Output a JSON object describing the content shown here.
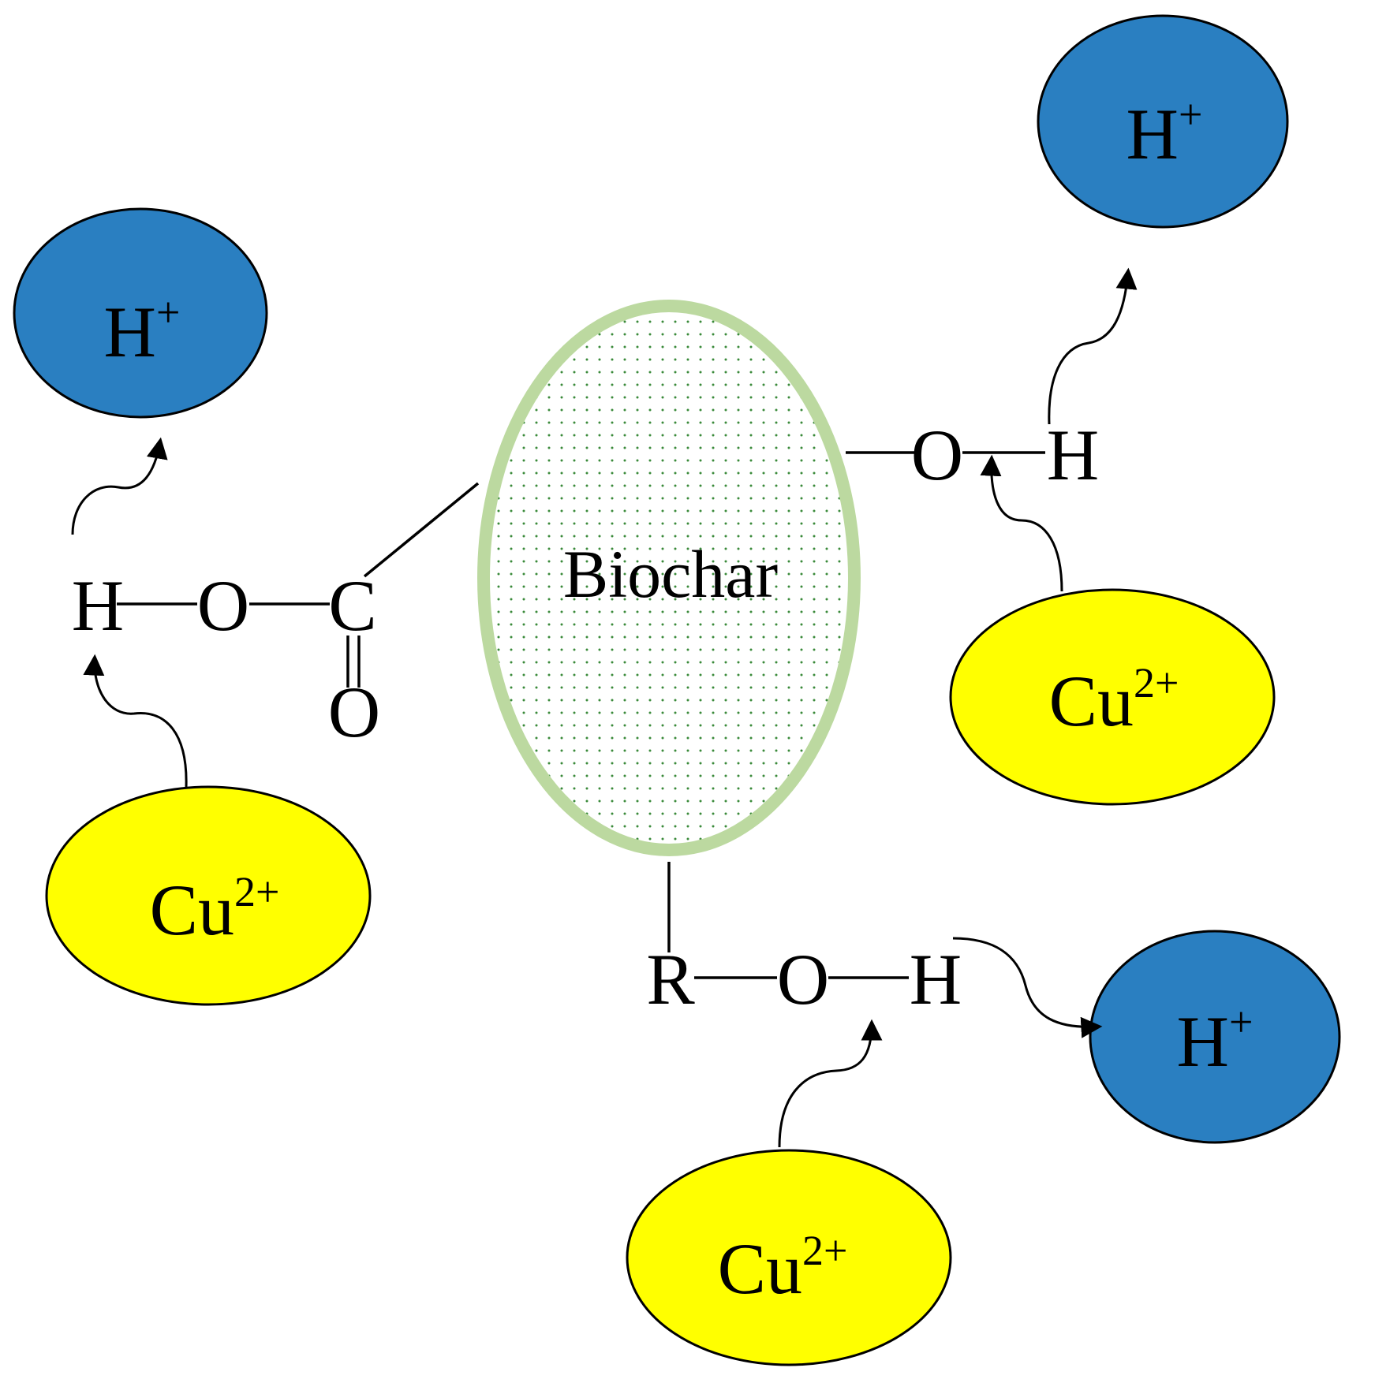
{
  "colors": {
    "proton_fill": "#2a7fc1",
    "copper_fill": "#ffff00",
    "biochar_outline": "#bcd9a0",
    "biochar_dots": "#3a8a3a",
    "ink": "#000000"
  },
  "core": {
    "label": "Biochar"
  },
  "protons": [
    {
      "base": "H",
      "charge": "+"
    },
    {
      "base": "H",
      "charge": "+"
    },
    {
      "base": "H",
      "charge": "+"
    }
  ],
  "coppers": [
    {
      "base": "Cu",
      "charge": "2+"
    },
    {
      "base": "Cu",
      "charge": "2+"
    },
    {
      "base": "Cu",
      "charge": "2+"
    }
  ],
  "carboxyl_group": {
    "h": "H",
    "o": "O",
    "c": "C",
    "o_double": "O"
  },
  "hydroxyl_group": {
    "o": "O",
    "h": "H"
  },
  "alcohol_group": {
    "r": "R",
    "o": "O",
    "h": "H"
  }
}
